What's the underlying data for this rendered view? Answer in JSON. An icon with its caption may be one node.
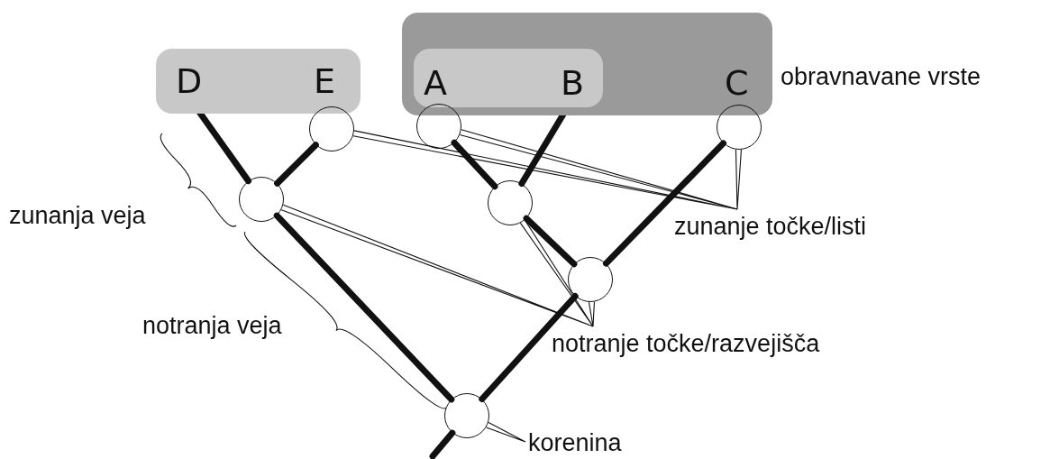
{
  "diagram": {
    "nodes": [
      {
        "text": [],
        "shape": "box"
      },
      {
        "text": [
          "D"
        ],
        "in": 0
      },
      {
        "text": [
          "E"
        ],
        "in": 0
      },
      {
        "text": [],
        "shape": "box",
        "beside": [
          "obravnavane vrste"
        ]
      },
      {
        "text": [],
        "shape": "box",
        "in": 3
      },
      {
        "text": [
          "A"
        ],
        "in": 4
      },
      {
        "text": [
          "B"
        ],
        "in": 4
      },
      {
        "text": [
          "C"
        ],
        "in": 3
      },
      {
        "text": [],
        "shape": "circle"
      },
      {
        "text": [],
        "shape": "circle"
      },
      {
        "text": [],
        "shape": "circle"
      },
      {
        "text": [],
        "shape": "circle"
      },
      {
        "text": [],
        "shape": "circle"
      },
      {
        "text": [],
        "shape": "circle"
      },
      {
        "text": [],
        "shape": "circle"
      },
      {
        "text": [
          "zunanje točke/listi"
        ]
      },
      {
        "text": [
          "notranje točke/razvejišča"
        ]
      },
      {
        "text": [
          "korenina"
        ]
      }
    ],
    "edges": [
      {
        "from": 1,
        "to": 11,
        "arrow": "none"
      },
      {
        "from": 8,
        "to": 11,
        "arrow": "none"
      },
      {
        "from": 11,
        "to": 14,
        "arrow": "none"
      },
      {
        "from": 9,
        "to": 12,
        "arrow": "none"
      },
      {
        "from": 6,
        "to": 12,
        "arrow": "none"
      },
      {
        "from": 12,
        "to": 13,
        "arrow": "none"
      },
      {
        "from": 10,
        "to": 13,
        "arrow": "none"
      },
      {
        "from": 13,
        "to": 14,
        "arrow": "none"
      },
      {
        "from": 14,
        "to": null,
        "arrow": "none"
      },
      {
        "from": 15,
        "to": 8,
        "arrow": "none"
      },
      {
        "from": 15,
        "to": 9,
        "arrow": "none"
      },
      {
        "from": 15,
        "to": 10,
        "arrow": "none"
      },
      {
        "from": 16,
        "to": 11,
        "arrow": "none"
      },
      {
        "from": 16,
        "to": 12,
        "arrow": "none"
      },
      {
        "from": 16,
        "to": 13,
        "arrow": "none"
      },
      {
        "from": 17,
        "to": 14,
        "arrow": "none"
      }
    ],
    "labels": [
      "zunanja veja",
      "notranja veja"
    ]
  }
}
